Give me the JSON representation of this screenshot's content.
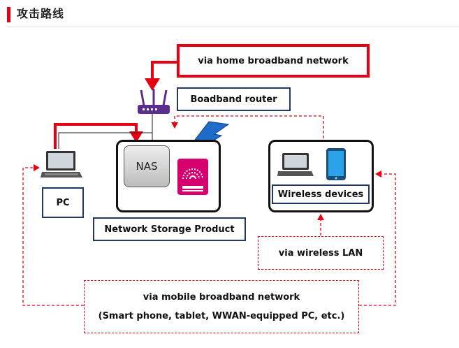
{
  "header": {
    "title": "攻击路线"
  },
  "labels": {
    "home_broadband": "via home broadband network",
    "router": "Boadband router",
    "pc": "PC",
    "nas": "NAS",
    "wireless_devices": "Wireless devices",
    "network_storage": "Network Storage Product",
    "wireless_lan": "via wireless LAN",
    "mobile_line1": "via mobile broadband network",
    "mobile_line2": "(Smart phone, tablet, WWAN-equipped PC, etc.)"
  },
  "colors": {
    "attack_red": "#e60012",
    "box_border_blue": "#1f3864",
    "router_purple": "#5b2d8e",
    "storage_pink": "#d6006e",
    "lightning_blue": "#1f6bc9",
    "phone_blue": "#2aa3e8"
  },
  "icons": [
    "router-icon",
    "laptop-icon",
    "nas-icon",
    "storage-device-icon",
    "lightning-icon",
    "smartphone-icon"
  ]
}
